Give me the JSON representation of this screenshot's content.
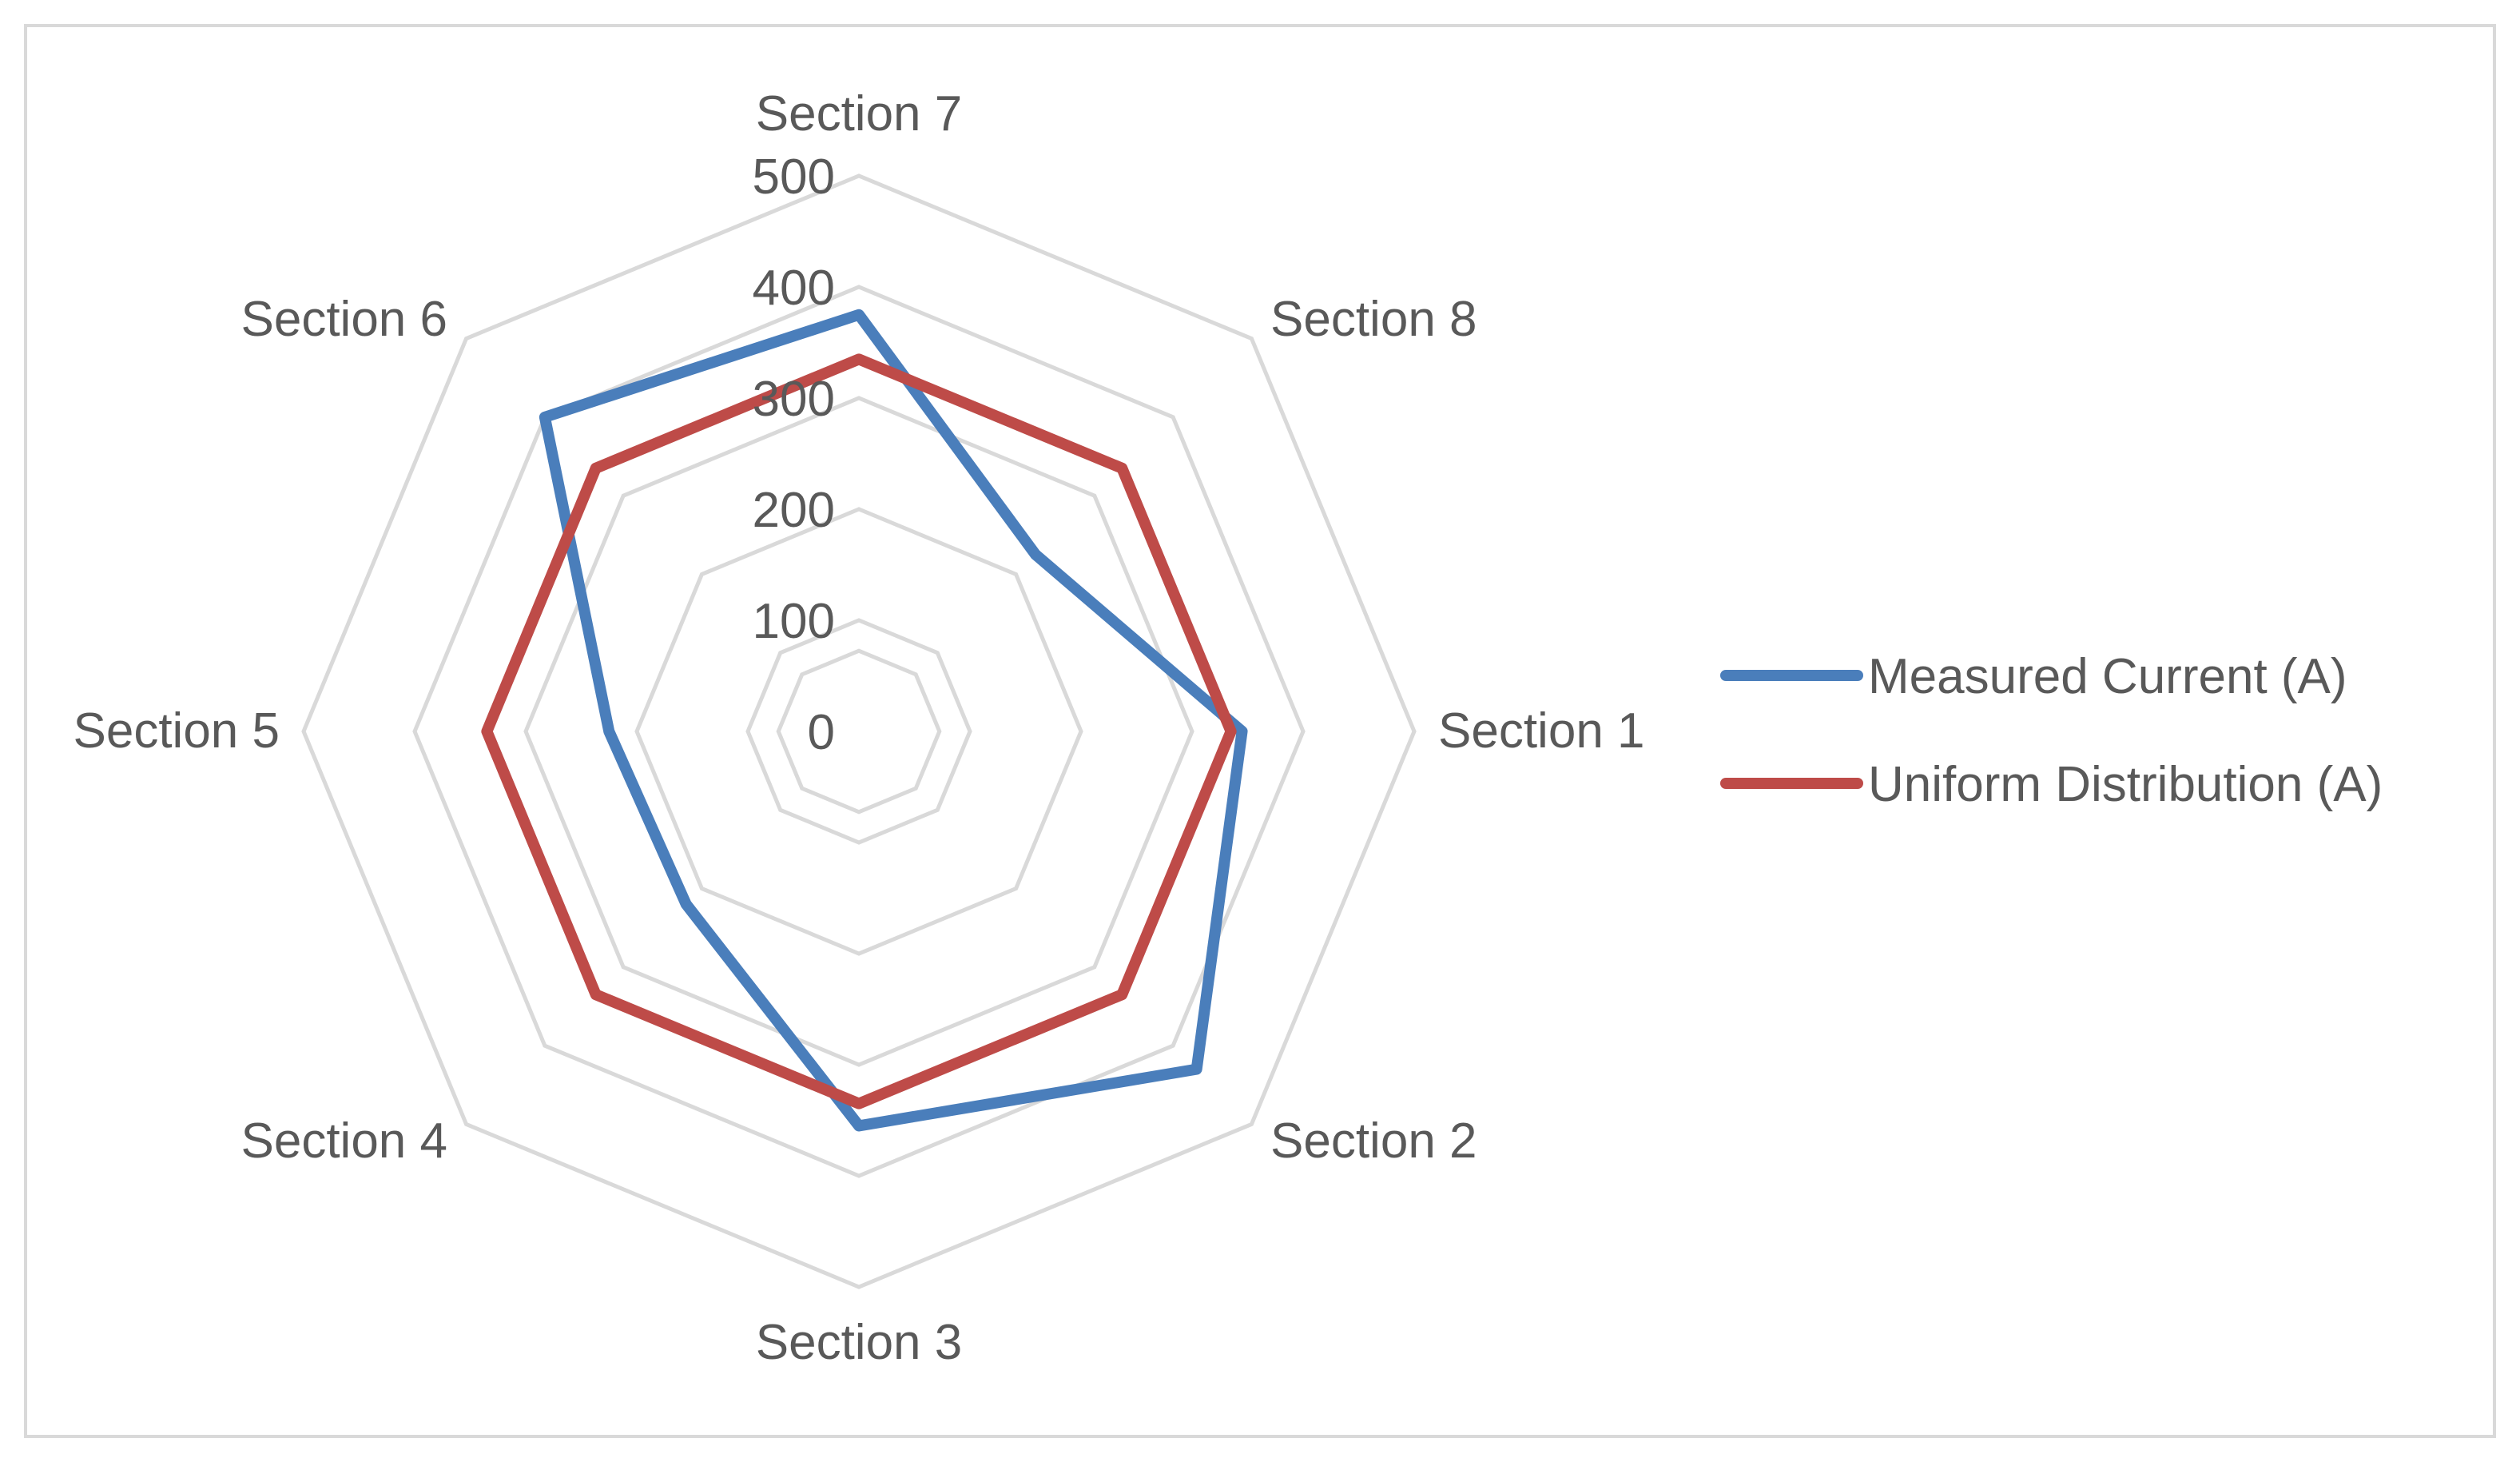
{
  "chart_data": {
    "type": "radar",
    "categories": [
      "Section 1",
      "Section 2",
      "Section 3",
      "Section 4",
      "Section 5",
      "Section 6",
      "Section 7",
      "Section 8"
    ],
    "series": [
      {
        "name": "Measured Current (A)",
        "color": "#4a7ebb",
        "values": [
          345,
          430,
          355,
          220,
          225,
          400,
          375,
          225
        ]
      },
      {
        "name": "Uniform Distribution (A)",
        "color": "#be4b48",
        "values": [
          335,
          335,
          335,
          335,
          335,
          335,
          335,
          335
        ]
      }
    ],
    "rlim": [
      0,
      500
    ],
    "ticks": [
      0,
      100,
      200,
      300,
      400,
      500
    ],
    "tick_labels": [
      "0",
      "100",
      "200",
      "300",
      "400",
      "500"
    ],
    "grid": true,
    "grid_color": "#d9d9d9",
    "legend": "right"
  }
}
